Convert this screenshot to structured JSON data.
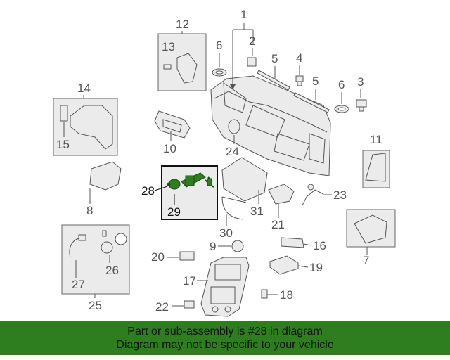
{
  "diagram": {
    "callouts": {
      "n1": "1",
      "n2": "2",
      "n3": "3",
      "n4": "4",
      "n5a": "5",
      "n5b": "5",
      "n6a": "6",
      "n6b": "6",
      "n7": "7",
      "n8": "8",
      "n9": "9",
      "n10": "10",
      "n11": "11",
      "n12": "12",
      "n13": "13",
      "n14": "14",
      "n15": "15",
      "n16": "16",
      "n17": "17",
      "n18": "18",
      "n19": "19",
      "n20": "20",
      "n21": "21",
      "n22": "22",
      "n23": "23",
      "n24": "24",
      "n25": "25",
      "n26": "26",
      "n27": "27",
      "n28": "28",
      "n29": "29",
      "n30": "30",
      "n31": "31"
    },
    "highlight_color": "#2f7d1f",
    "banner_color": "#2e7d1e"
  },
  "banner": {
    "line1": "Part or sub-assembly is #28 in diagram",
    "line2": "Diagram may not be specific to your vehicle"
  }
}
